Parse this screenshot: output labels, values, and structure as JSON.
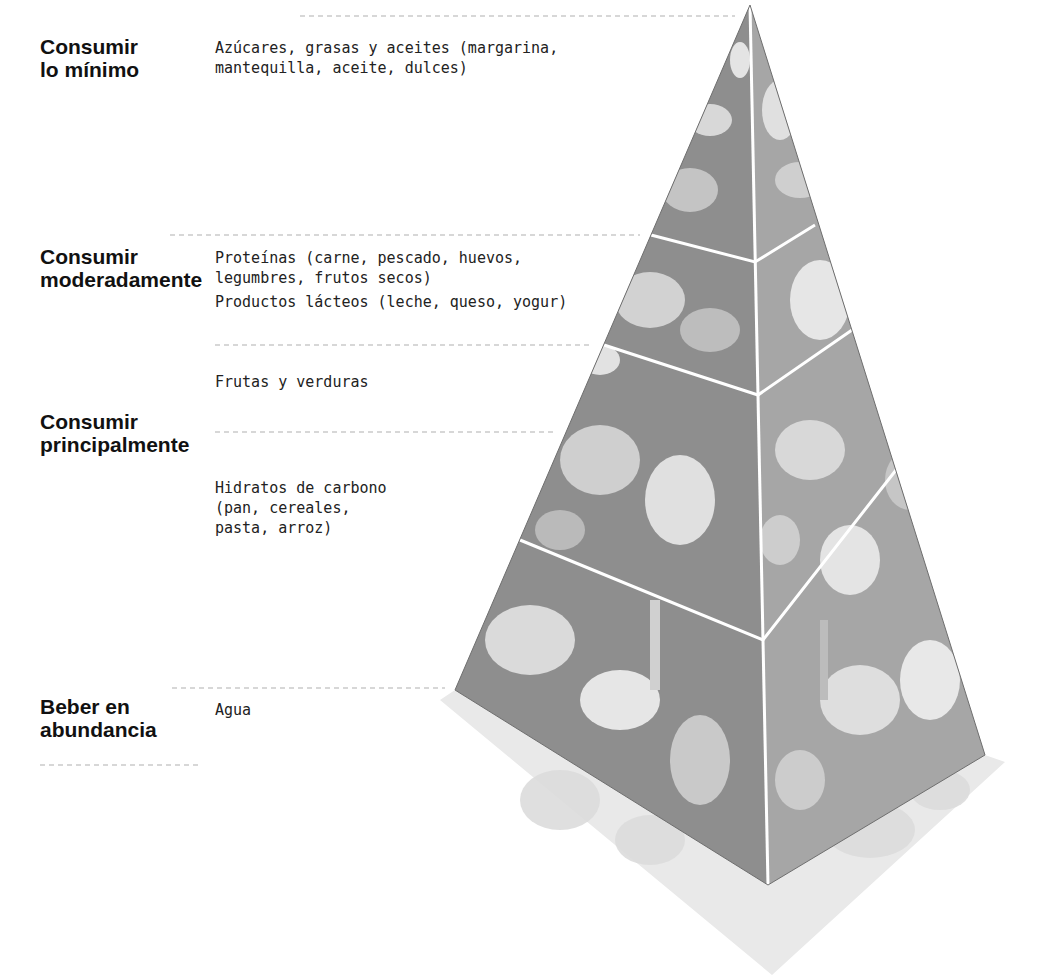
{
  "diagram": {
    "labels": [
      "Consumir lo mínimo",
      "Azúcares, grasas y aceites (margarina, mantequilla, aceite, dulces)",
      "Consumir moderadamente",
      "Proteínas (carne, pescado, huevos, legumbres, frutos secos)",
      "Productos lácteos (leche, queso, yogur)",
      "Frutas y verduras",
      "Consumir principalmente",
      "Hidratos de carbono (pan, cereales, pasta, arroz)",
      "Beber en abundancia",
      "Agua"
    ]
  }
}
